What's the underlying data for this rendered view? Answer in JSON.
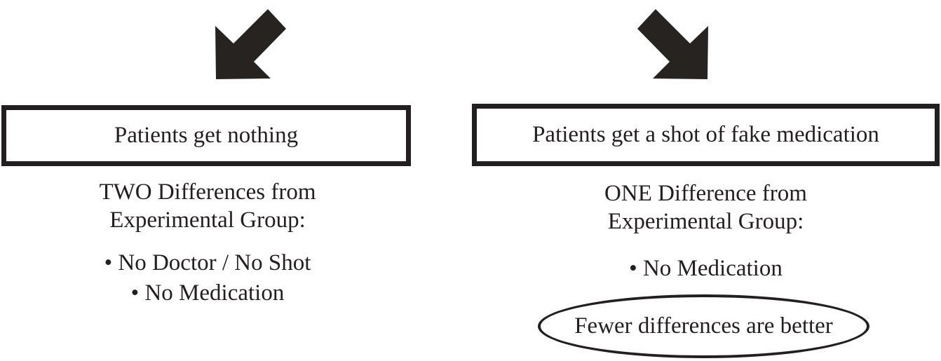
{
  "canvas": {
    "background": "#ffffff",
    "ink_color": "#231f20"
  },
  "icons": {
    "left_arrow": "arrow-down-left",
    "right_arrow": "arrow-down-right"
  },
  "diagram": {
    "left": {
      "box_label": "Patients get nothing",
      "heading_line1": "TWO Differences from",
      "heading_line2": "Experimental Group:",
      "bullets": [
        "• No Doctor / No Shot",
        "• No Medication"
      ]
    },
    "right": {
      "box_label": "Patients get a shot of fake medication",
      "heading_line1": "ONE Difference from",
      "heading_line2": "Experimental Group:",
      "bullets": [
        "• No Medication"
      ],
      "callout": "Fewer differences are better"
    }
  }
}
